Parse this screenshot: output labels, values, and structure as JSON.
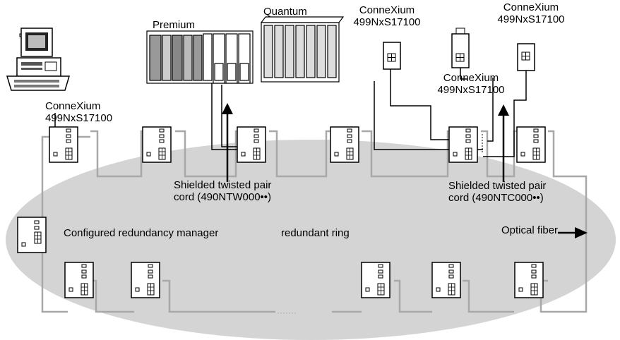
{
  "labels": {
    "premium": "Premium",
    "quantum": "Quantum",
    "cx_quantum_1": "ConneXium",
    "cx_quantum_2": "499NxS17100",
    "cx_right_1": "ConneXium",
    "cx_right_2": "499NxS17100",
    "cx_mid_1": "ConneXium",
    "cx_mid_2": "499NxS17100",
    "cx_pc_1": "ConneXium",
    "cx_pc_2": "499NxS17100",
    "stp_left_1": "Shielded twisted pair",
    "stp_left_2": "cord (490NTW000••)",
    "stp_right_1": "Shielded twisted pair",
    "stp_right_2": "cord (490NTC000••)",
    "redundancy_manager": "Configured redundancy manager",
    "redundant_ring": "redundant ring",
    "optical_fiber": "Optical fiber"
  },
  "colors": {
    "ring_fill": "#d4d4d4",
    "cable": "#a8a8a8",
    "stroke": "#000000"
  }
}
